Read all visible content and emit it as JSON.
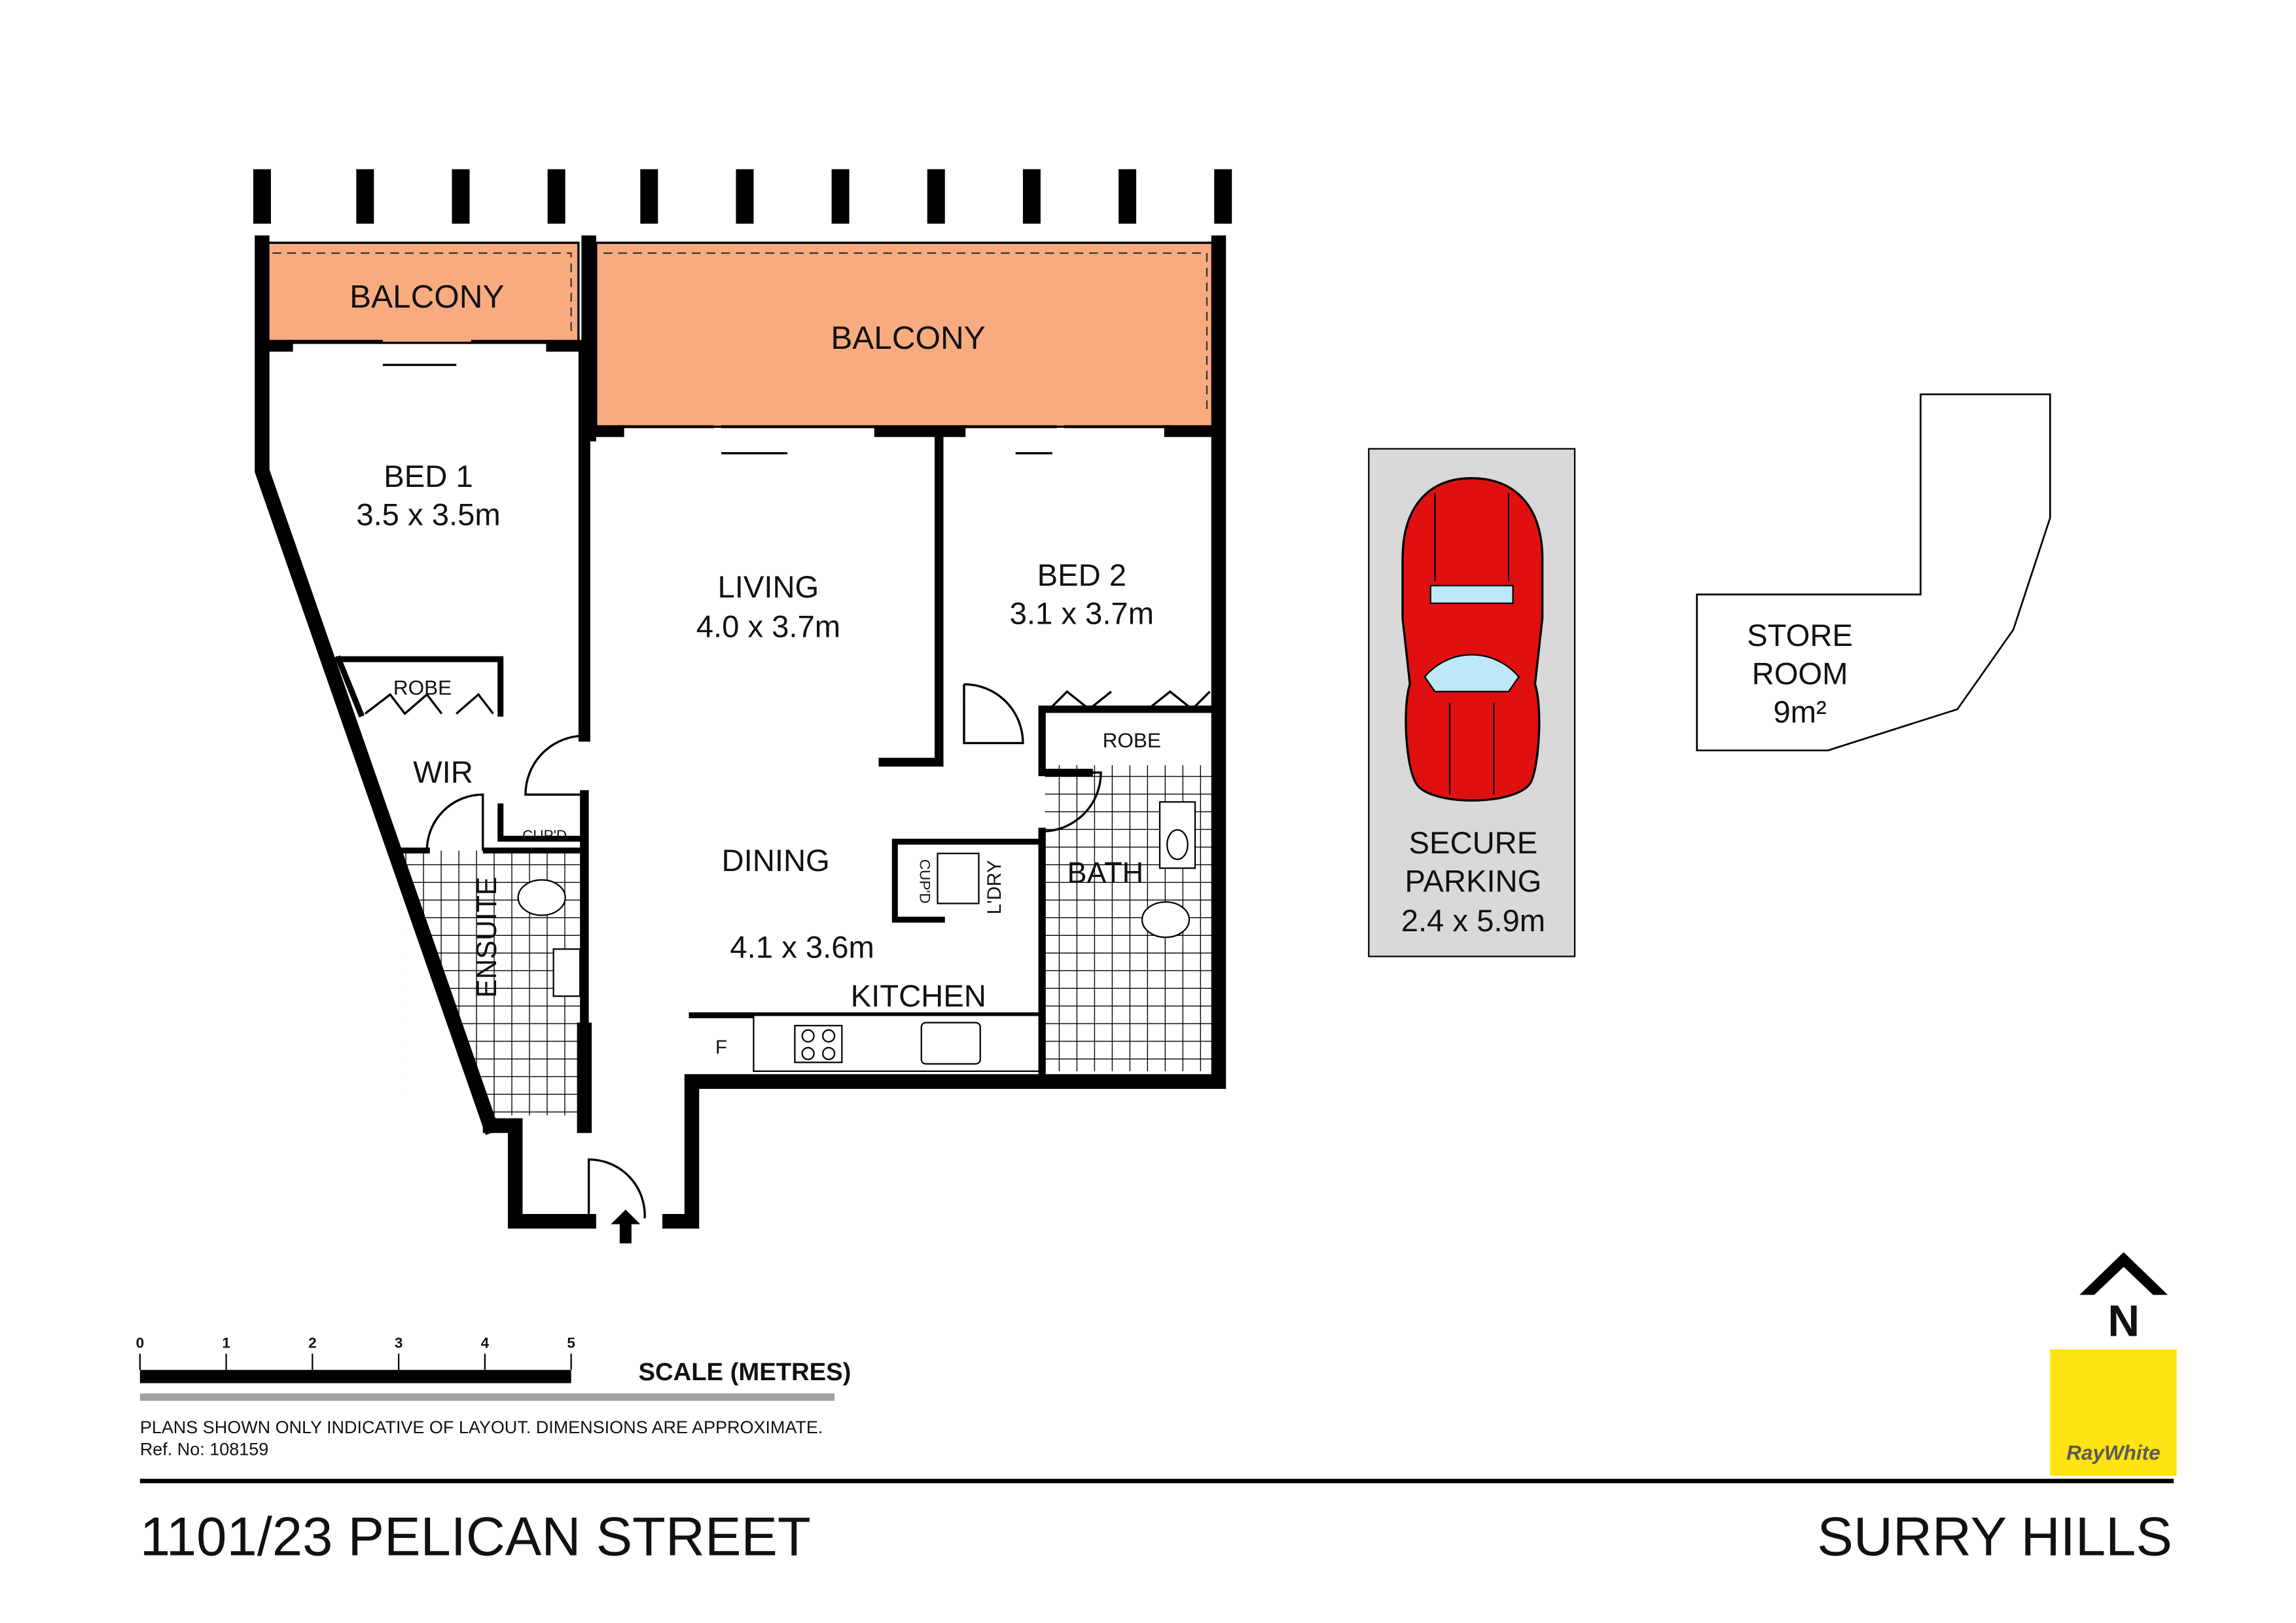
{
  "colors": {
    "balcony": "#f9ab80",
    "parking_bg": "#d9d9d9",
    "car": "#e01010",
    "logo_bg": "#ffe312",
    "logo_text": "#5a5a5a",
    "scale_secondary": "#a0a0a0"
  },
  "rooms": {
    "balcony_left": "BALCONY",
    "balcony_main": "BALCONY",
    "bed1": {
      "name": "BED 1",
      "size": "3.5 x 3.5m"
    },
    "living": {
      "name": "LIVING",
      "size": "4.0 x 3.7m"
    },
    "bed2": {
      "name": "BED 2",
      "size": "3.1 x 3.7m"
    },
    "robe1": "ROBE",
    "robe2": "ROBE",
    "wir": "WIR",
    "cupd1": "CUP'D",
    "cupd2": "CUP'D",
    "ensuite": "ENSUITE",
    "dining": {
      "name": "DINING",
      "size": "4.1 x 3.6m"
    },
    "laundry": "L'DRY",
    "bath": "BATH",
    "kitchen": "KITCHEN",
    "fridge": "F"
  },
  "parking": {
    "line1": "SECURE",
    "line2": "PARKING",
    "size": "2.4 x 5.9m"
  },
  "store": {
    "line1": "STORE",
    "line2": "ROOM",
    "size": "9m²"
  },
  "scale": {
    "ticks": [
      "0",
      "1",
      "2",
      "3",
      "4",
      "5"
    ],
    "label": "SCALE (METRES)"
  },
  "disclaimer": "PLANS SHOWN ONLY INDICATIVE OF LAYOUT.  DIMENSIONS ARE APPROXIMATE.",
  "ref": "Ref. No: 108159",
  "north": "N",
  "logo": "RayWhite",
  "address": "1101/23 PELICAN STREET",
  "suburb": "SURRY HILLS"
}
